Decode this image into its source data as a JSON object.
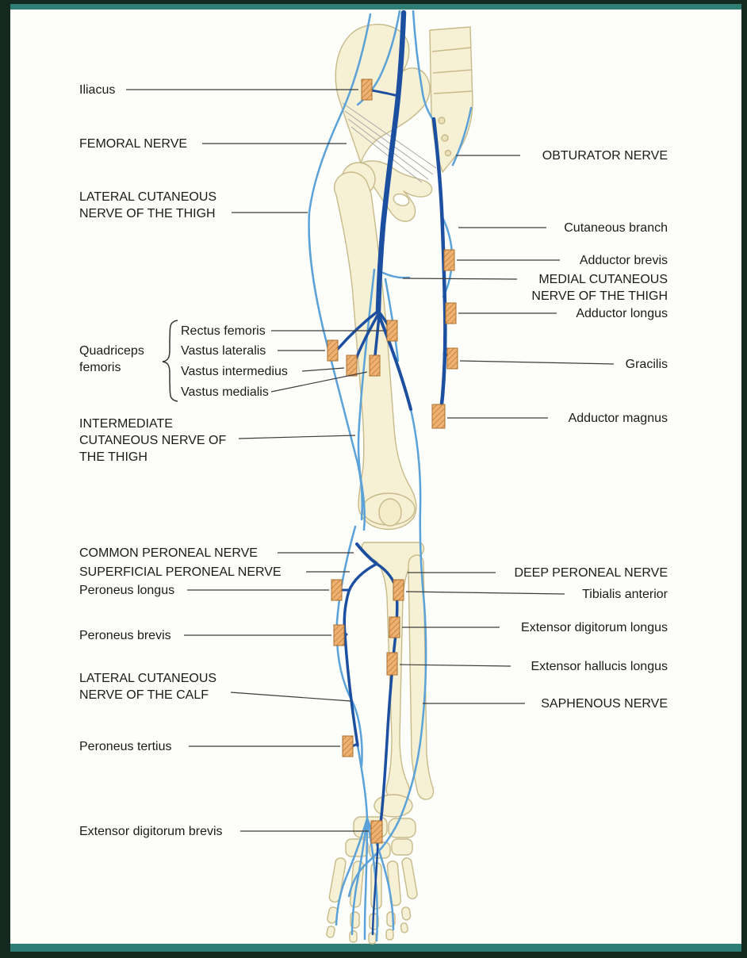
{
  "figure": {
    "description": "Anatomical diagram of the anterior lower limb showing the femoral, obturator and peroneal nerves with muscle attachment markers"
  },
  "colors": {
    "frame_dark": "#13291f",
    "frame_teal": "#2f7e75",
    "paper": "#fdfdfa",
    "bone_fill": "#f6f0d4",
    "bone_edge": "#c7ba8a",
    "nerve_main": "#1d4fa0",
    "nerve_cutaneous": "#5aa2d8",
    "marker_fill": "#eeb172",
    "marker_hatch": "#c07c32",
    "marker_edge": "#a96e2c",
    "leader_line": "#3c3c3c",
    "label_text": "#1b1b1b"
  },
  "labels": {
    "iliacus": "Iliacus",
    "femoral_nerve": "FEMORAL NERVE",
    "lateral_cutaneous_thigh": "LATERAL CUTANEOUS NERVE OF THE THIGH",
    "quadriceps_femoris": "Quadriceps femoris",
    "rectus_femoris": "Rectus femoris",
    "vastus_lateralis": "Vastus lateralis",
    "vastus_intermedius": "Vastus intermedius",
    "vastus_medialis": "Vastus medialis",
    "intermediate_cutaneous_thigh": "INTERMEDIATE CUTANEOUS NERVE OF THE THIGH",
    "common_peroneal": "COMMON PERONEAL NERVE",
    "superficial_peroneal": "SUPERFICIAL PERONEAL NERVE",
    "peroneus_longus": "Peroneus longus",
    "peroneus_brevis": "Peroneus brevis",
    "lateral_cutaneous_calf": "LATERAL CUTANEOUS NERVE OF THE CALF",
    "peroneus_tertius": "Peroneus tertius",
    "extensor_digitorum_brevis": "Extensor digitorum brevis",
    "obturator_nerve": "OBTURATOR NERVE",
    "cutaneous_branch": "Cutaneous branch",
    "adductor_brevis": "Adductor brevis",
    "medial_cutaneous_thigh": "MEDIAL CUTANEOUS NERVE OF THE THIGH",
    "adductor_longus": "Adductor longus",
    "gracilis": "Gracilis",
    "adductor_magnus": "Adductor magnus",
    "deep_peroneal": "DEEP PERONEAL NERVE",
    "tibialis_anterior": "Tibialis anterior",
    "extensor_digitorum_longus": "Extensor digitorum longus",
    "extensor_hallucis_longus": "Extensor hallucis longus",
    "saphenous_nerve": "SAPHENOUS NERVE"
  }
}
